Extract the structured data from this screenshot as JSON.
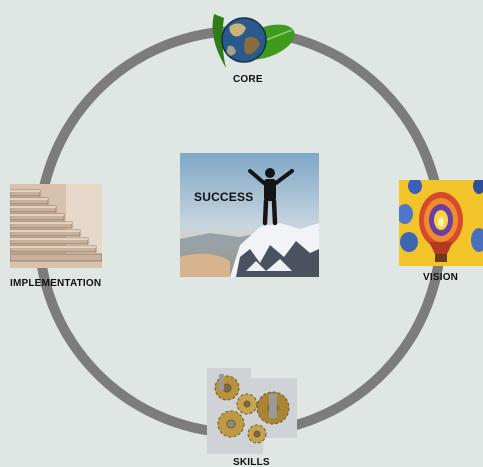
{
  "center": {
    "label": "SUCCESS"
  },
  "nodes": [
    {
      "id": "core",
      "label": "CORE",
      "icon": "earth-leaf-icon"
    },
    {
      "id": "vision",
      "label": "VISION",
      "icon": "hot-air-balloons-icon"
    },
    {
      "id": "skills",
      "label": "SKILLS",
      "icon": "gears-icon"
    },
    {
      "id": "implementation",
      "label": "IMPLEMENTATION",
      "icon": "staircase-icon"
    }
  ],
  "colors": {
    "background": "#dfe6e3",
    "ring": "#7c7c7c",
    "label": "#111111"
  }
}
